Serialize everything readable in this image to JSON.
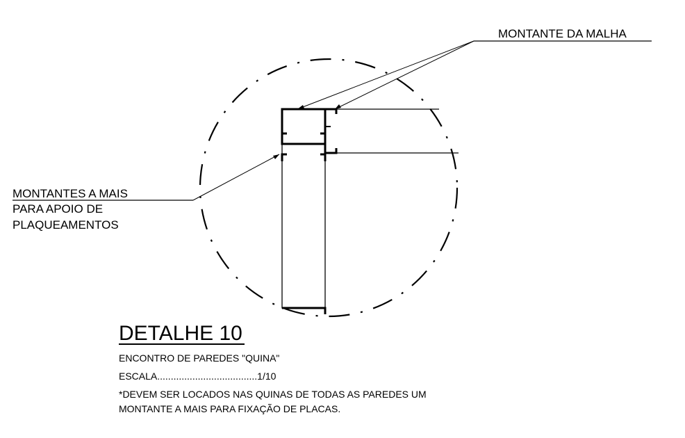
{
  "labels": {
    "top_right": "MONTANTE DA MALHA",
    "left": [
      "MONTANTES A MAIS",
      "PARA APOIO DE",
      "PLAQUEAMENTOS"
    ]
  },
  "detail": {
    "title": "DETALHE 10",
    "subtitle": "ENCONTRO DE PAREDES \"QUINA\"",
    "scale": "ESCALA.....................................1/10",
    "note_line1": "*DEVEM SER LOCADOS NAS QUINAS DE TODAS AS PAREDES UM",
    "note_line2": "MONTANTE A MAIS PARA FIXAÇÃO DE PLACAS."
  },
  "colors": {
    "ink": "#000000",
    "background": "#ffffff"
  }
}
